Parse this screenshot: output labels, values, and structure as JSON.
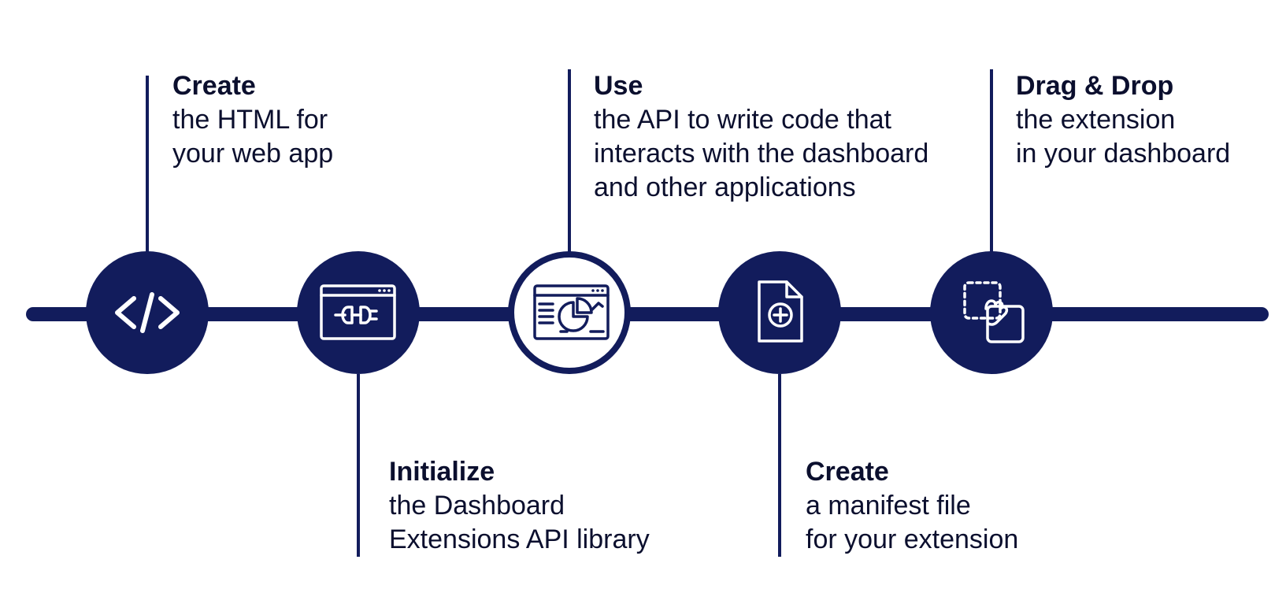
{
  "colors": {
    "primary": "#121c5c",
    "icon_stroke": "#ffffff",
    "text": "#0b0f2e",
    "background": "#ffffff"
  },
  "steps": [
    {
      "title": "Create",
      "lines": [
        "the HTML for",
        "your web app"
      ],
      "icon": "code-icon",
      "circle_style": "filled",
      "label_position": "above"
    },
    {
      "title": "Initialize",
      "lines": [
        "the Dashboard",
        "Extensions API library"
      ],
      "icon": "plug-browser-icon",
      "circle_style": "filled",
      "label_position": "below"
    },
    {
      "title": "Use",
      "lines": [
        "the API to write code that",
        "interacts with the dashboard",
        "and other applications"
      ],
      "icon": "dashboard-chart-icon",
      "circle_style": "outlined",
      "label_position": "above"
    },
    {
      "title": "Create",
      "lines": [
        "a manifest file",
        "for your extension"
      ],
      "icon": "add-file-icon",
      "circle_style": "filled",
      "label_position": "below"
    },
    {
      "title": "Drag & Drop",
      "lines": [
        "the extension",
        "in your dashboard"
      ],
      "icon": "drag-drop-icon",
      "circle_style": "filled",
      "label_position": "above"
    }
  ]
}
